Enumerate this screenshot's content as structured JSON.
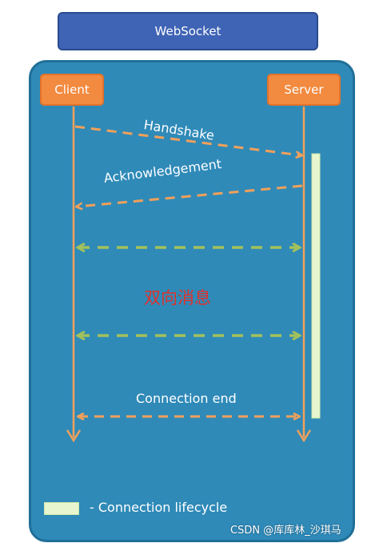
{
  "title": "WebSocket",
  "actors": {
    "client": "Client",
    "server": "Server"
  },
  "messages": {
    "handshake": "Handshake",
    "acknowledgement": "Acknowledgement",
    "bidirectional": "双向消息",
    "connection_end": "Connection end"
  },
  "legend": {
    "label": "- Connection lifecycle"
  },
  "watermark": "CSDN @库库林_沙琪马",
  "colors": {
    "title_fill": "#3f63b5",
    "panel_fill": "#2f8ab8",
    "actor_fill": "#f28a3f",
    "lifeline": "#f2a05a",
    "green_arrow": "#a3c15a",
    "lifecycle_bar": "#e8f6cf",
    "bidirectional_text": "#e0312b"
  }
}
